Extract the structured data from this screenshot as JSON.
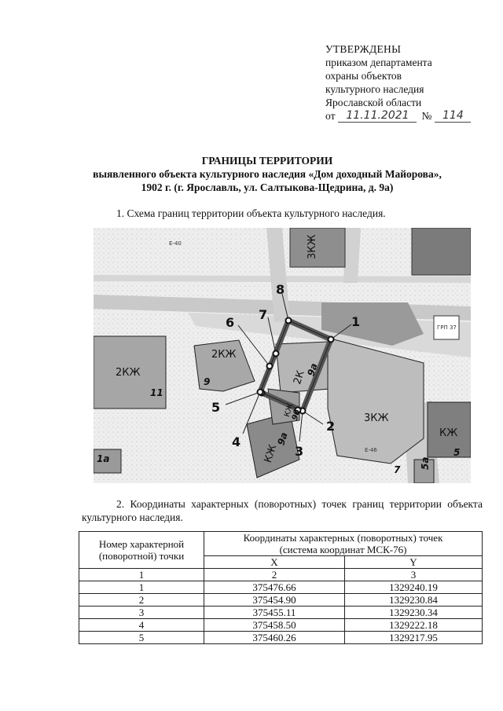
{
  "approval": {
    "heading": "УТВЕРЖДЕНЫ",
    "lines": [
      "приказом департамента",
      "охраны объектов",
      "культурного наследия",
      "Ярославской области"
    ],
    "date_prefix": "от",
    "date": "11.11.2021",
    "number_sign": "№",
    "number": "114"
  },
  "title": {
    "line1": "ГРАНИЦЫ ТЕРРИТОРИИ",
    "line2": "выявленного объекта культурного наследия «Дом доходный Майорова»,",
    "line3": "1902 г. (г. Ярославль, ул. Салтыкова-Щедрина, д. 9а)"
  },
  "section1": "1.  Схема границ территории объекта культурного наследия.",
  "map": {
    "point_labels": [
      "1",
      "2",
      "3",
      "4",
      "5",
      "6",
      "7",
      "8"
    ],
    "buildings": [
      "3КЖ",
      "2КЖ",
      "2КЖ",
      "2К",
      "3КЖ",
      "КЖ",
      "КЖ",
      "КЖ"
    ],
    "house_numbers": [
      "11",
      "9",
      "9а",
      "9б",
      "9а",
      "5",
      "5а",
      "7",
      "1а"
    ],
    "misc_labels": [
      "ГРП 37",
      "Е-40",
      "Е-46"
    ]
  },
  "section2": "2. Координаты характерных (поворотных) точек границ территории объекта культурного наследия.",
  "table": {
    "h_point": "Номер характерной (поворотной) точки",
    "h_coords_1": "Координаты характерных (поворотных) точек",
    "h_coords_2": "(система координат МСК-76)",
    "h_x": "X",
    "h_y": "Y",
    "col_nums": [
      "1",
      "2",
      "3"
    ],
    "rows": [
      {
        "n": "1",
        "x": "375476.66",
        "y": "1329240.19"
      },
      {
        "n": "2",
        "x": "375454.90",
        "y": "1329230.84"
      },
      {
        "n": "3",
        "x": "375455.11",
        "y": "1329230.34"
      },
      {
        "n": "4",
        "x": "375458.50",
        "y": "1329222.18"
      },
      {
        "n": "5",
        "x": "375460.26",
        "y": "1329217.95"
      }
    ]
  }
}
